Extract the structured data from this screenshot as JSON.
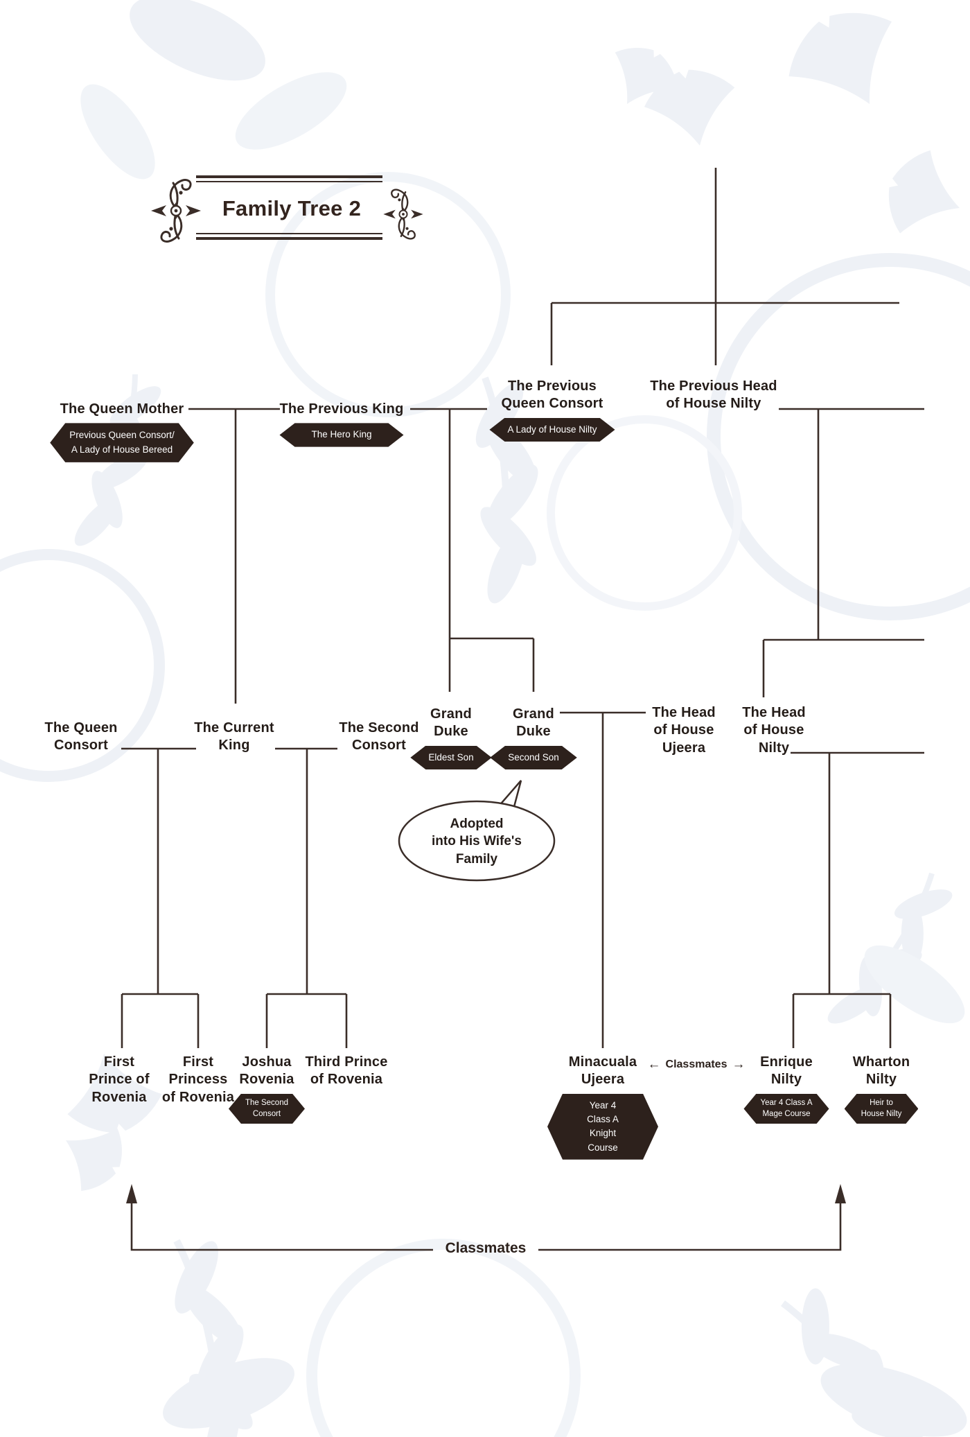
{
  "title": "Family Tree 2",
  "colors": {
    "ink": "#3a2d28",
    "text": "#241c18",
    "badge_bg": "#2d211c",
    "badge_text": "#ffffff",
    "motif": "#eef1f6"
  },
  "people": [
    {
      "id": "queen-mother",
      "name": "The Queen Mother",
      "badge": "Previous Queen Consort/\nA Lady of House Bereed"
    },
    {
      "id": "previous-king",
      "name": "The Previous King",
      "badge": "The Hero King"
    },
    {
      "id": "previous-queen-consort",
      "name": "The Previous\nQueen Consort",
      "badge": "A Lady of House Nilty"
    },
    {
      "id": "previous-head-nilty",
      "name": "The Previous Head\nof House Nilty"
    },
    {
      "id": "queen-consort",
      "name": "The Queen\nConsort"
    },
    {
      "id": "current-king",
      "name": "The Current\nKing"
    },
    {
      "id": "second-consort",
      "name": "The Second\nConsort"
    },
    {
      "id": "grand-duke-eldest",
      "name": "Grand\nDuke",
      "badge": "Eldest Son"
    },
    {
      "id": "grand-duke-second",
      "name": "Grand\nDuke",
      "badge": "Second Son"
    },
    {
      "id": "head-ujeera",
      "name": "The Head\nof House\nUjeera"
    },
    {
      "id": "head-nilty",
      "name": "The Head\nof House\nNilty"
    },
    {
      "id": "first-prince",
      "name": "First\nPrince of\nRovenia"
    },
    {
      "id": "first-princess",
      "name": "First\nPrincess\nof Rovenia"
    },
    {
      "id": "joshua",
      "name": "Joshua\nRovenia",
      "badge": "The Second\nConsort"
    },
    {
      "id": "third-prince",
      "name": "Third Prince\nof Rovenia"
    },
    {
      "id": "minacuala",
      "name": "Minacuala\nUjeera",
      "badge": "Year 4 Class A\nKnight Course"
    },
    {
      "id": "enrique",
      "name": "Enrique\nNilty",
      "badge": "Year 4 Class A\nMage Course"
    },
    {
      "id": "wharton",
      "name": "Wharton\nNilty",
      "badge": "Heir to\nHouse Nilty"
    }
  ],
  "annotations": {
    "adopted_note": "Adopted\ninto His Wife's\nFamily",
    "classmates_between": {
      "left_arrow": "←",
      "label": "Classmates",
      "right_arrow": "→"
    },
    "classmates_bottom": {
      "label": "Classmates"
    }
  }
}
